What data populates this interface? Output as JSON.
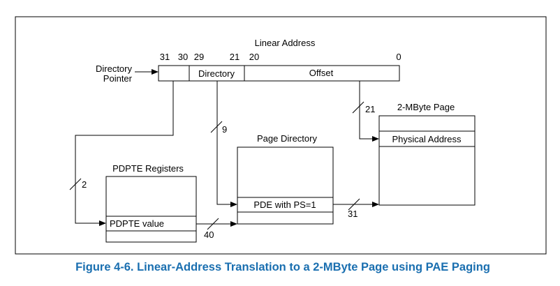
{
  "diagram": {
    "linear_address_title": "Linear Address",
    "bit_labels": {
      "b31": "31",
      "b30": "30",
      "b29": "29",
      "b21": "21",
      "b20": "20",
      "b0": "0"
    },
    "fields": {
      "directory": "Directory",
      "offset": "Offset"
    },
    "directory_pointer": {
      "line1": "Directory",
      "line2": "Pointer"
    },
    "widths": {
      "w2": "2",
      "w9": "9",
      "w21": "21",
      "w31": "31",
      "w40": "40"
    },
    "pdpte": {
      "title": "PDPTE Registers",
      "entry": "PDPTE value"
    },
    "page_directory": {
      "title": "Page Directory",
      "entry": "PDE with PS=1"
    },
    "page": {
      "title": "2-MByte Page",
      "entry": "Physical Address"
    },
    "caption": "Figure 4-6.  Linear-Address Translation to a 2-MByte Page using PAE Paging",
    "colors": {
      "caption": "#1a6fb0",
      "lines": "#000000",
      "background": "#ffffff"
    }
  }
}
